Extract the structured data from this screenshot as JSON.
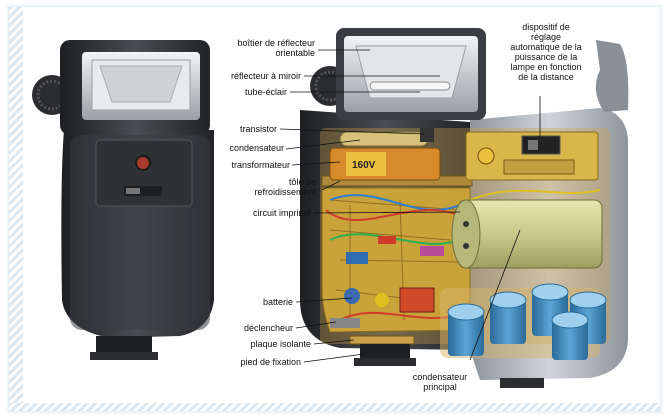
{
  "labels": {
    "boitier": "boîtier de réflecteur\norientable",
    "reflecteur": "réflecteur à miroir",
    "tube": "tube-éclair",
    "transistor": "transistor",
    "condensateur": "condensateur",
    "transformateur": "transformateur",
    "tole": "tôle de\nrefroidissement",
    "circuit": "circuit imprimé",
    "batterie": "batterie",
    "declencheur": "déclencheur",
    "plaque": "plaque isolante",
    "pied": "pied de fixation",
    "condensateur_principal": "condensateur\nprincipal",
    "dispositif": "dispositif de\nréglage\nautomatique de la\npuissance de la\nlampe en fonction\nde la distance"
  },
  "component_text": {
    "voltage": "160V"
  },
  "colors": {
    "body_dark": "#2e3033",
    "body_mid": "#4a4d51",
    "reflector": "#d9dde0",
    "pcb": "#c9a23a",
    "capacitor_green": "#c9c98a",
    "battery_blue": "#3f86b8"
  }
}
